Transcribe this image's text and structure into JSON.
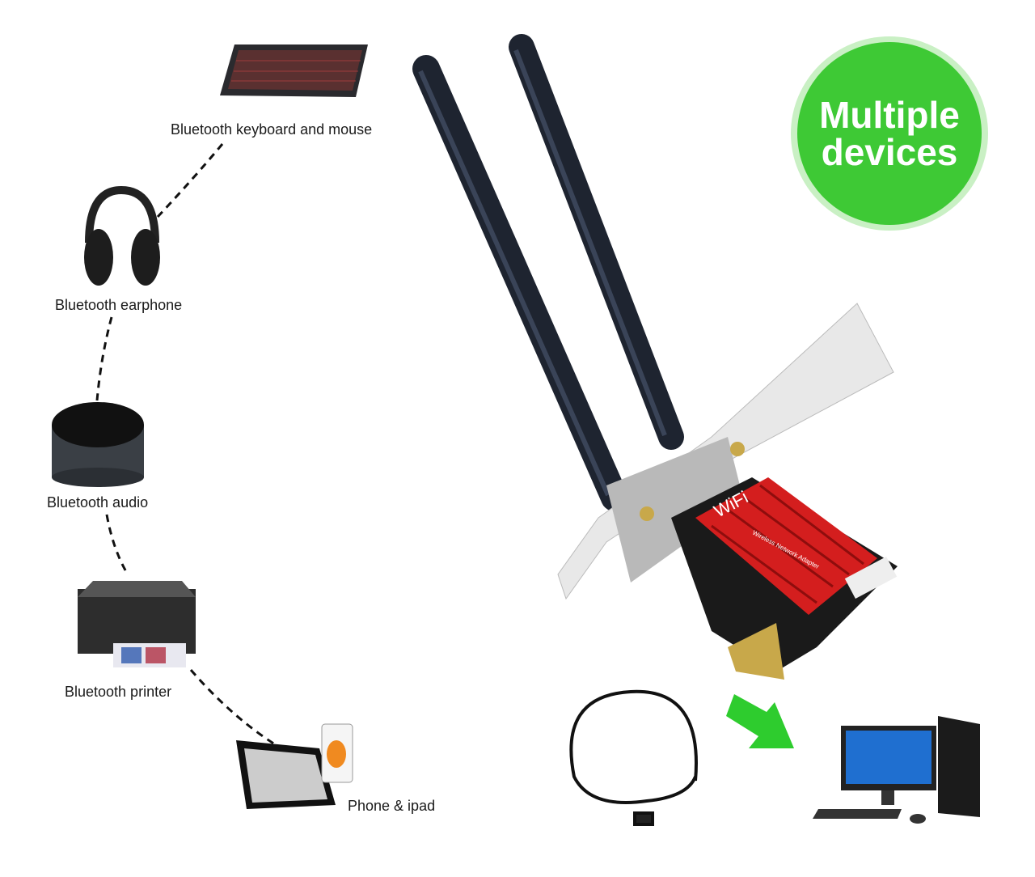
{
  "devices": [
    {
      "label": "Bluetooth keyboard and mouse",
      "icon": "keyboard-icon"
    },
    {
      "label": "Bluetooth earphone",
      "icon": "headphones-icon"
    },
    {
      "label": "Bluetooth audio",
      "icon": "speaker-icon"
    },
    {
      "label": "Bluetooth printer",
      "icon": "printer-icon"
    },
    {
      "label": "Phone & ipad",
      "icon": "tablet-phone-icon"
    }
  ],
  "badge": {
    "line1": "Multiple",
    "line2": "devices",
    "color": "#3ec935"
  },
  "card": {
    "brand": "WiFi",
    "subtitle": "Wireless Network Adapter",
    "heatsink_color": "#d41e1e"
  },
  "arrow_color": "#2ecc2e"
}
